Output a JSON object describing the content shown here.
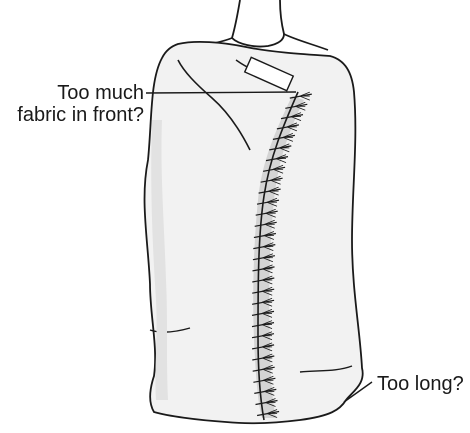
{
  "annotations": {
    "front_fabric": {
      "line1": "Too much",
      "line2": "fabric in front?"
    },
    "length": {
      "text": "Too long?"
    }
  },
  "colors": {
    "ink": "#1a1a1a",
    "fabric": "#f2f2f2",
    "shadow": "#c8c8c8",
    "background": "#ffffff"
  }
}
